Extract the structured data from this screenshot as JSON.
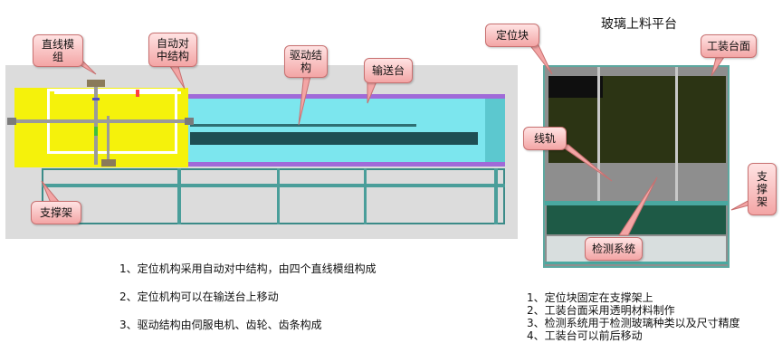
{
  "right_title": "玻璃上料平台",
  "left_labels": {
    "linear_module": "直线模\n组",
    "self_center": "自动对\n中结构",
    "drive": "驱动结\n构",
    "conveyor": "输送台",
    "support": "支撑架"
  },
  "right_labels": {
    "locator": "定位块",
    "table": "工装台面",
    "rail": "线轨",
    "support": "支\n撑\n架",
    "inspection": "检测系统"
  },
  "left_notes": [
    "1、定位机构采用自动对中结构，由四个直线模组构成",
    "2、定位机构可以在输送台上移动",
    "3、驱动结构由伺服电机、齿轮、齿条构成"
  ],
  "right_notes": [
    "1、定位块固定在支撑架上",
    "2、工装台面采用透明材料制作",
    "3、检测系统用于检测玻璃种类以及尺寸精度",
    "4、工装台可以前后移动"
  ],
  "colors": {
    "callout_fill": "#f3a5a5",
    "positioning_mechanism": "#f5f20b",
    "conveyor_table": "#7ce6ee",
    "frame": "#3b8b88",
    "fixture_table": "#2c3414",
    "inspection_system": "#1e5a46"
  }
}
